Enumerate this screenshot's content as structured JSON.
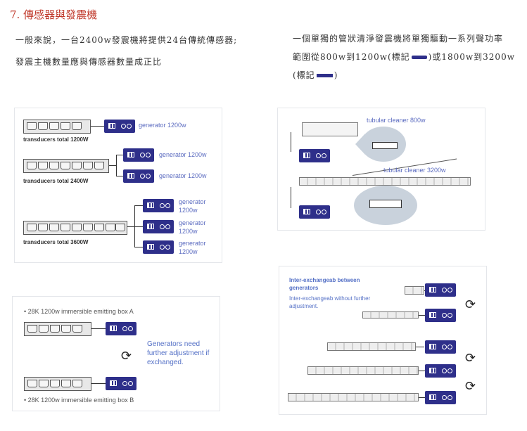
{
  "title": "7. 傳感器與發震機",
  "left_paragraph": {
    "line1": "一般來說，一台2400w發震機將提供24台傳統傳感器;",
    "line2": "發震主機數量應與傳感器數量成正比"
  },
  "right_paragraph": {
    "line1": "一個單獨的管狀清淨發震機將單獨驅動一系列聲功率",
    "line2_prefix": "範圍從800w到1200w(標記",
    "line2_suffix": ")或1800w到3200w",
    "line3_prefix": "(標記",
    "line3_suffix": ")"
  },
  "diagram1": {
    "rows": [
      {
        "caption": "transducers total 1200W",
        "generators": [
          "generator 1200w"
        ]
      },
      {
        "caption": "transducers total 2400W",
        "generators": [
          "generator 1200w",
          "generator 1200w"
        ]
      },
      {
        "caption": "transducers total 3600W",
        "generators": [
          "generator\n1200w",
          "generator\n1200w",
          "generator\n1200w"
        ]
      }
    ]
  },
  "diagram2": {
    "label_top": "tubular cleaner 800w",
    "label_bottom": "tubular cleaner 3200w"
  },
  "diagram3": {
    "label_top": "• 28K 1200w immersible emitting box A",
    "label_bottom": "• 28K 1200w immersible emitting box B",
    "note": "Generators need further adjustment if exchanged."
  },
  "diagram4": {
    "heading": "Inter-exchangeab  between generators",
    "subtext": "Inter-exchangeab  without further adjustment."
  },
  "colors": {
    "title": "#c0392b",
    "generator": "#2e2f8a",
    "accent_text": "#5470c6"
  }
}
